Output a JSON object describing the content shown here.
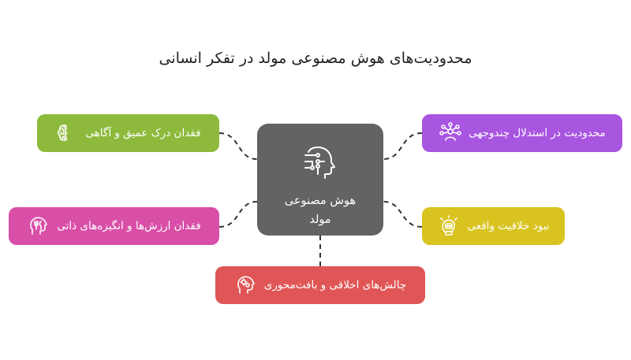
{
  "title": "محدودیت‌های هوش مصنوعی مولد در تفکر انسانی",
  "center": {
    "label": "هوش مصنوعی مولد",
    "icon": "ai-head-icon",
    "color": "#636363"
  },
  "nodes": {
    "deep_understanding": {
      "label": "فقدان درک عمیق و آگاهی",
      "icon": "brain-binary-icon",
      "color": "#8dba3c"
    },
    "values_motivation": {
      "label": "فقدان ارزش‌ها و انگیزه‌های ذاتی",
      "icon": "head-fork-icon",
      "color": "#d94fa8"
    },
    "ethics_context": {
      "label": "چالش‌های اخلاقی و بافت‌محوری",
      "icon": "head-gears-icon",
      "color": "#e05656"
    },
    "multi_reasoning": {
      "label": "محدودیت در استدلال چندوجهی",
      "icon": "network-person-icon",
      "color": "#a855e0"
    },
    "creativity": {
      "label": "نبود خلاقیت واقعی",
      "icon": "lightbulb-robot-icon",
      "color": "#d9c31f"
    }
  },
  "connector_color": "#333333"
}
